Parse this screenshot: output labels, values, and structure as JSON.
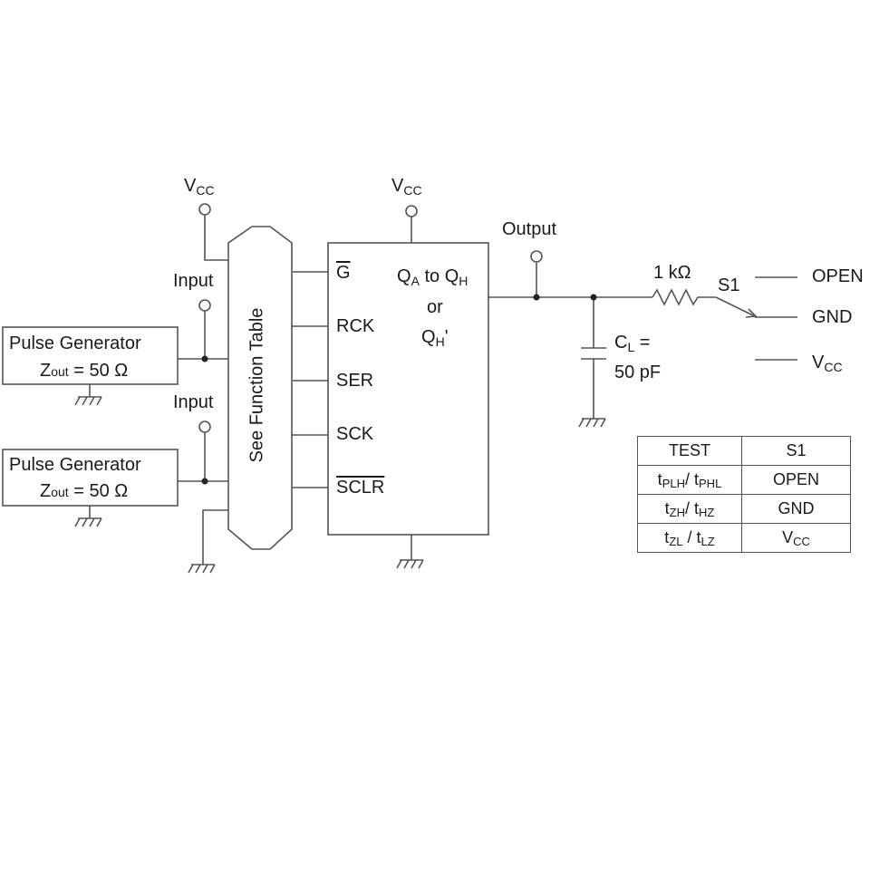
{
  "supply": {
    "vcc": "V",
    "vcc_sub": "CC"
  },
  "inputs": {
    "input_label": "Input"
  },
  "pulse_generator": {
    "title": "Pulse Generator",
    "zout_main": "Z",
    "zout_sub": "out",
    "zout_value": " = 50 Ω"
  },
  "function_table": {
    "label": "See Function Table"
  },
  "ic": {
    "pins": {
      "g": "G",
      "rck": "RCK",
      "ser": "SER",
      "sck": "SCK",
      "sclr": "SCLR"
    },
    "outputs": {
      "qa": "Q",
      "qa_sub": "A",
      "to": " to ",
      "qh": "Q",
      "qh_sub": "H",
      "or": "or",
      "qhp": "Q",
      "qhp_sub": "H",
      "qhp_suffix": "'"
    }
  },
  "output": {
    "label": "Output"
  },
  "load": {
    "cl_main": "C",
    "cl_sub": "L",
    "cl_eq": " =",
    "cl_value": "50 pF",
    "resistor": "1 kΩ",
    "switch": "S1"
  },
  "switch_positions": {
    "open": "OPEN",
    "gnd": "GND",
    "vcc": "V",
    "vcc_sub": "CC"
  },
  "table": {
    "header": [
      "TEST",
      "S1"
    ],
    "rows": [
      {
        "a": "t",
        "a_sub": "PLH",
        "sep": "/ ",
        "b": "t",
        "b_sub": "PHL",
        "s1": "OPEN",
        "s1_sub": ""
      },
      {
        "a": "t",
        "a_sub": "ZH",
        "sep": "/ ",
        "b": "t",
        "b_sub": "HZ",
        "s1": "GND",
        "s1_sub": ""
      },
      {
        "a": "t",
        "a_sub": "ZL",
        "sep": " / ",
        "b": "t",
        "b_sub": "LZ",
        "s1": "V",
        "s1_sub": "CC"
      }
    ]
  }
}
